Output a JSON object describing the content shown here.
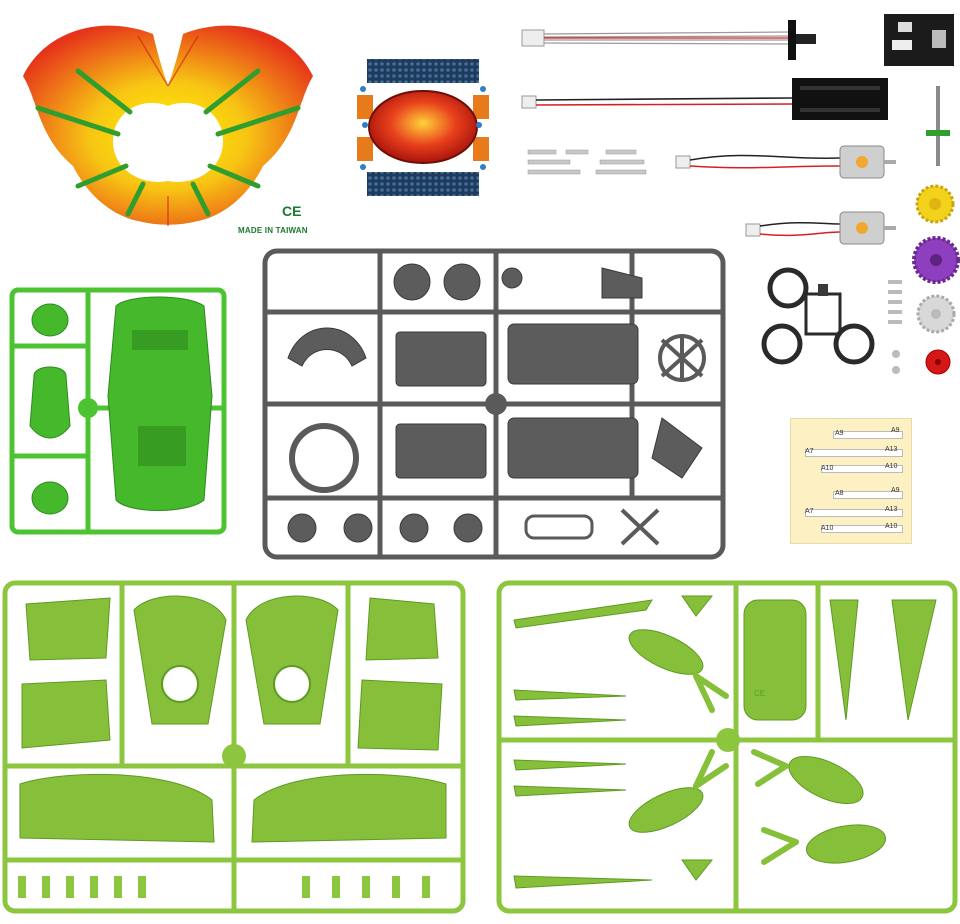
{
  "markings": {
    "ce": "CE",
    "made_in": "MADE IN TAIWAN",
    "body_ce": "CE"
  },
  "label_sheet": {
    "labels": [
      "A9",
      "A9",
      "A7",
      "A13",
      "A10",
      "A10",
      "A8",
      "A9",
      "A7",
      "A13",
      "A10",
      "A10"
    ]
  },
  "colors": {
    "lime_green": "#8cc63f",
    "bright_green": "#4cc431",
    "gray_sprue": "#5a5a5a",
    "wing_red": "#e8401c",
    "wing_yellow": "#f6e21a",
    "gear_yellow": "#f2d21a",
    "gear_purple": "#8e3fbf",
    "gear_white": "#d8d8d8",
    "gear_red": "#d41818",
    "label_paper": "#fdf1c4"
  }
}
